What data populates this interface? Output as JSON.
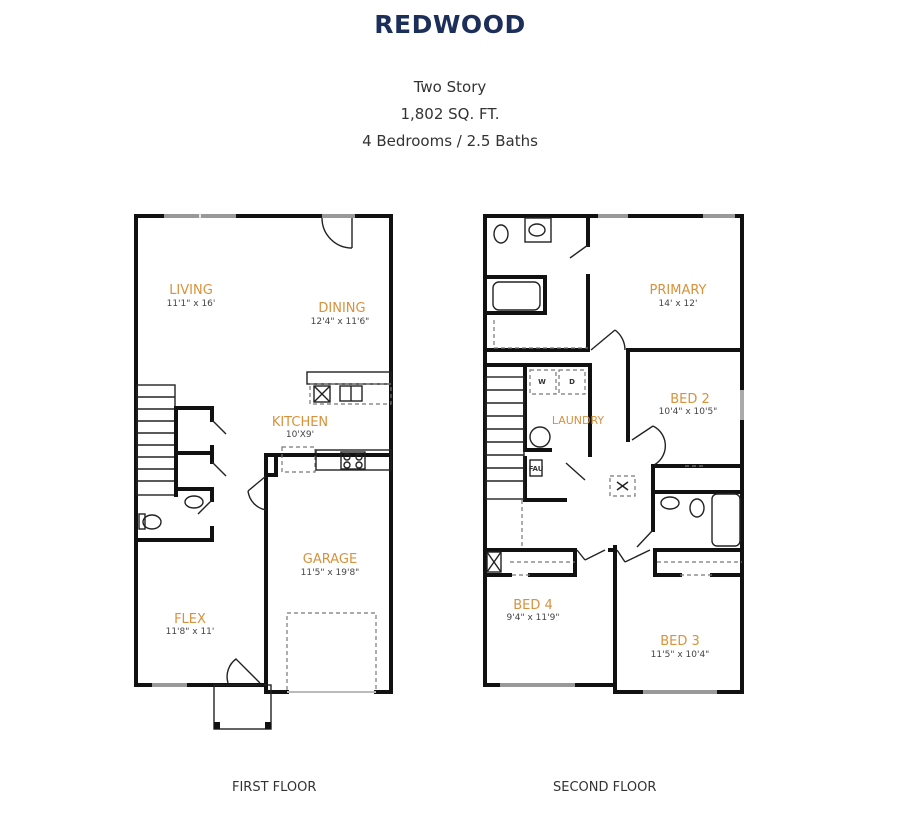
{
  "header": {
    "title": "REDWOOD",
    "stories": "Two Story",
    "sqft": "1,802 SQ. FT.",
    "beds_baths": "4 Bedrooms / 2.5 Baths",
    "title_color": "#1c2f5a",
    "room_label_color": "#d9913c"
  },
  "first_floor": {
    "label": "FIRST FLOOR",
    "rooms": [
      {
        "name": "LIVING",
        "dims": "11'1\" x 16'"
      },
      {
        "name": "DINING",
        "dims": "12'4\" x 11'6\""
      },
      {
        "name": "KITCHEN",
        "dims": "10'X9'"
      },
      {
        "name": "GARAGE",
        "dims": "11'5\" x 19'8\""
      },
      {
        "name": "FLEX",
        "dims": "11'8\" x 11'"
      }
    ]
  },
  "second_floor": {
    "label": "SECOND FLOOR",
    "rooms": [
      {
        "name": "PRIMARY",
        "dims": "14' x 12'"
      },
      {
        "name": "BED 2",
        "dims": "10'4\" x 10'5\""
      },
      {
        "name": "LAUNDRY",
        "dims": ""
      },
      {
        "name": "BED 4",
        "dims": "9'4\" x 11'9\""
      },
      {
        "name": "BED 3",
        "dims": "11'5\" x 10'4\""
      }
    ],
    "fixtures": {
      "washer": "W",
      "dryer": "D",
      "furnace": "FAU"
    }
  }
}
